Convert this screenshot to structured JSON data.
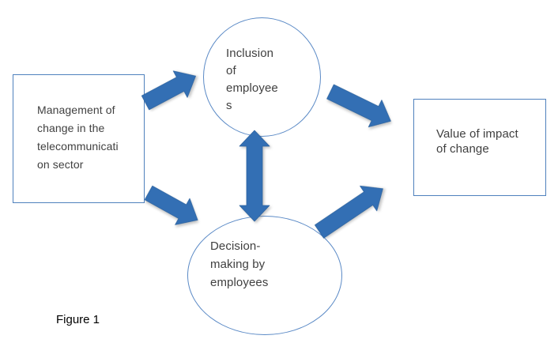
{
  "figure": {
    "caption": "Figure 1"
  },
  "nodes": {
    "left_box": {
      "label": "Management of\nchange in the\ntelecommunicati\non sector"
    },
    "top_circle": {
      "label": "Inclusion\nof\nemployee\ns"
    },
    "bottom_circle": {
      "label": "Decision-\nmaking by\nemployees"
    },
    "right_box": {
      "label": "Value of impact\nof change"
    }
  },
  "arrows": [
    {
      "name": "left-box-to-top-circle",
      "direction": "up-right"
    },
    {
      "name": "left-box-to-bottom-circle",
      "direction": "down-right"
    },
    {
      "name": "top-circle-bottom-circle-double",
      "direction": "vertical-bidirectional"
    },
    {
      "name": "top-circle-to-right-box",
      "direction": "down-right"
    },
    {
      "name": "bottom-circle-to-right-box",
      "direction": "up-right"
    }
  ],
  "colors": {
    "arrow_fill": "#336fb4",
    "arrow_edge": "#2d639f",
    "box_border": "#4f81bd",
    "ellipse_border": "#5b8ac6",
    "text": "#404040",
    "caption_text": "#000000",
    "background": "#ffffff"
  }
}
